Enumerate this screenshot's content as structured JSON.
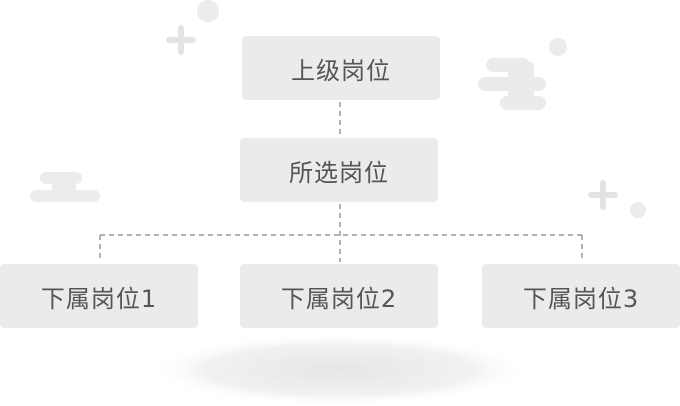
{
  "org_chart": {
    "parent_position": "上级岗位",
    "selected_position": "所选岗位",
    "subordinates": [
      {
        "label": "下属岗位1"
      },
      {
        "label": "下属岗位2"
      },
      {
        "label": "下属岗位3"
      }
    ]
  },
  "colors": {
    "node_fill": "#ebebeb",
    "node_text": "#555555",
    "connector": "#9a9a9a",
    "decoration": "#ededed"
  },
  "icons": [
    "plus-icon",
    "plus-icon",
    "cloud-icon",
    "cloud-icon",
    "circle-dot-icon"
  ]
}
